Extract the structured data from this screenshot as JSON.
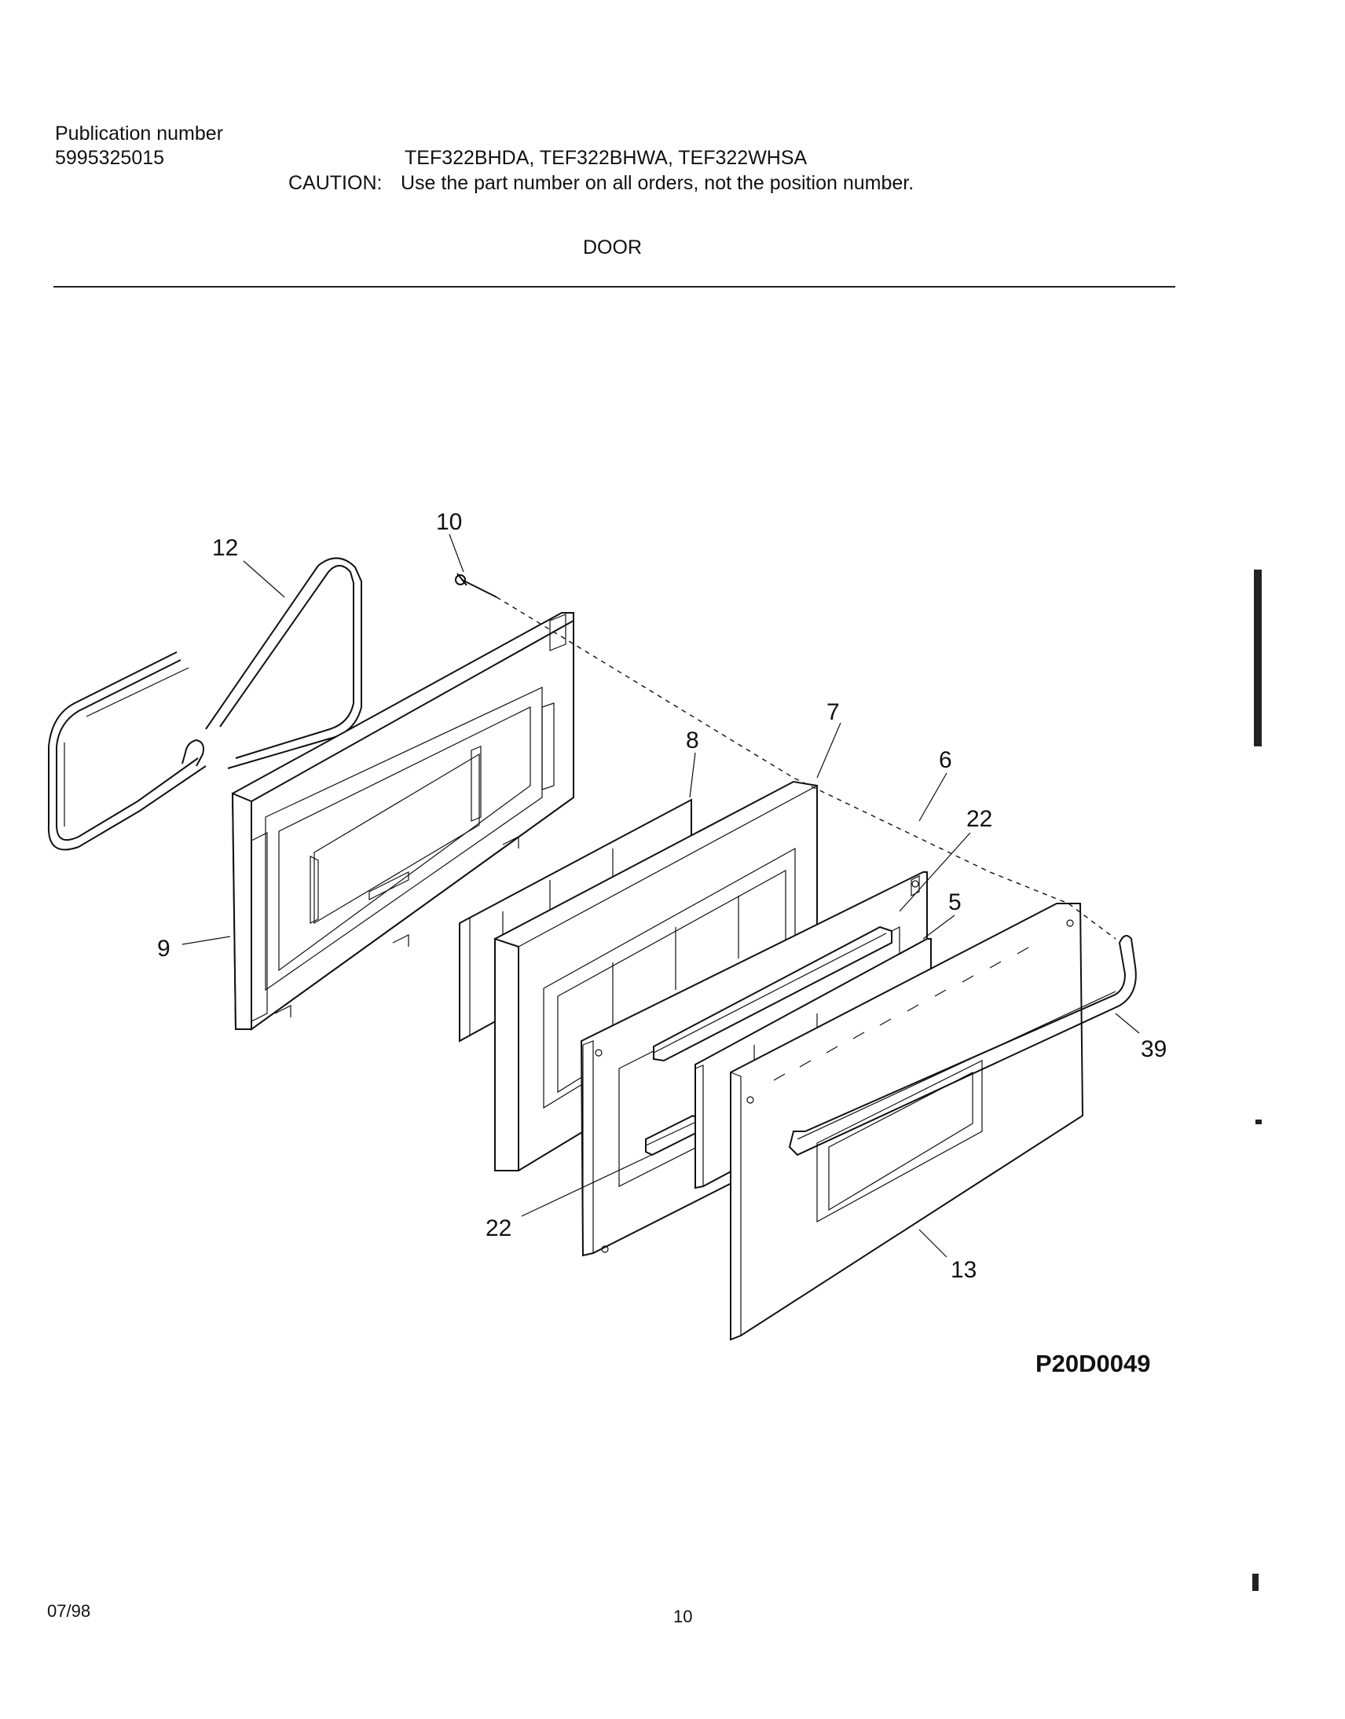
{
  "header": {
    "publication_label": "Publication number",
    "publication_number": "5995325015",
    "models": "TEF322BHDA, TEF322BHWA, TEF322WHSA",
    "caution_label": "CAUTION:",
    "caution_text": "Use the part number on all orders, not the position number."
  },
  "section_title": "DOOR",
  "diagram": {
    "callouts": [
      "10",
      "12",
      "7",
      "8",
      "6",
      "22",
      "5",
      "9",
      "39",
      "22",
      "13"
    ],
    "code": "P20D0049"
  },
  "footer": {
    "date": "07/98",
    "page": "10"
  }
}
